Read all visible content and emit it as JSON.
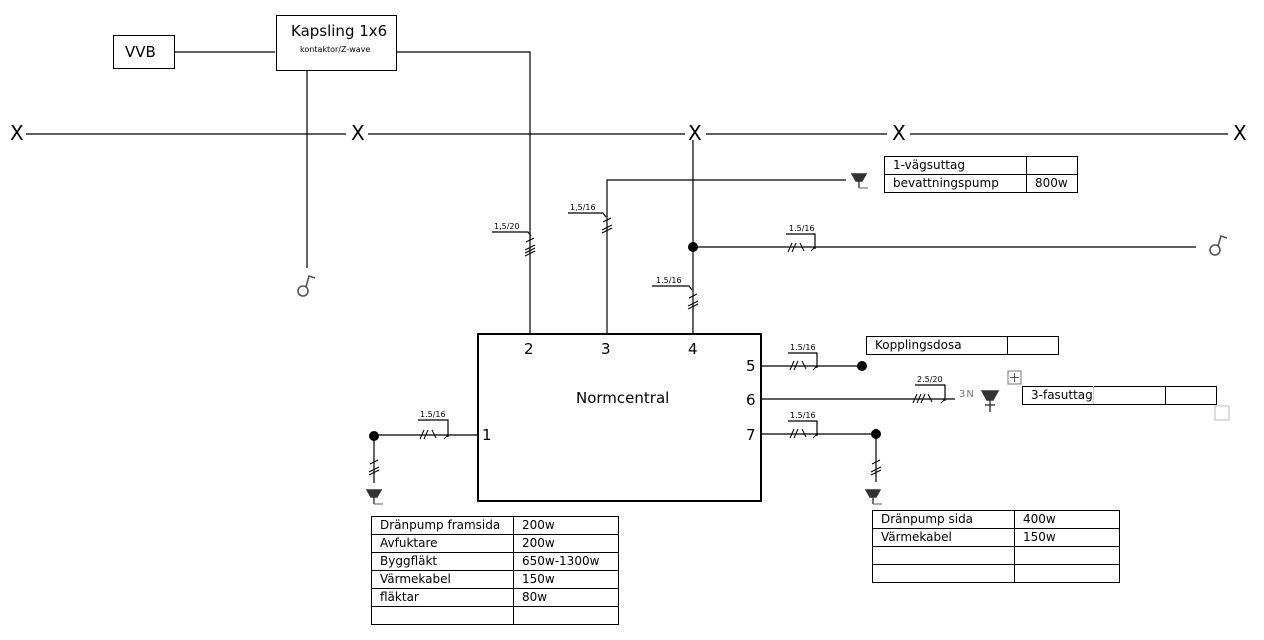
{
  "boxes": {
    "vvb": {
      "label": "VVB"
    },
    "kapsling": {
      "title": "Kapsling 1x6",
      "subtitle": "kontaktor/Z-wave"
    },
    "normcentral": {
      "label": "Normcentral",
      "terminals": [
        "1",
        "2",
        "3",
        "4",
        "5",
        "6",
        "7"
      ]
    }
  },
  "supply_line": {
    "break_marks": [
      "X",
      "X",
      "X",
      "X",
      "X"
    ]
  },
  "cables": {
    "t2": "1,5/20",
    "t3": "1,5/16",
    "t4": "1.5/16",
    "t4_branch": "1.5/16",
    "t1": "1.5/16",
    "t5": "1.5/16",
    "t6": "2.5/20",
    "t7": "1.5/16"
  },
  "symbols": {
    "three_phase_label": "3N"
  },
  "tables": {
    "envagsuttag": {
      "rows": [
        [
          "1-vägsuttag",
          ""
        ],
        [
          "bevattningspump",
          "800w"
        ]
      ]
    },
    "kopplingsdosa": {
      "rows": [
        [
          "Kopplingsdosa",
          ""
        ]
      ]
    },
    "trefasuttag": {
      "rows": [
        [
          "3-fasuttag",
          "",
          ""
        ]
      ]
    },
    "left_loads": {
      "rows": [
        [
          "Dränpump framsida",
          "200w"
        ],
        [
          "Avfuktare",
          "200w"
        ],
        [
          "Byggfläkt",
          "650w-1300w"
        ],
        [
          "Värmekabel",
          "150w"
        ],
        [
          "fläktar",
          "80w"
        ],
        [
          "",
          ""
        ]
      ]
    },
    "right_loads": {
      "rows": [
        [
          "Dränpump sida",
          "400w"
        ],
        [
          "Värmekabel",
          "150w"
        ],
        [
          "",
          ""
        ],
        [
          "",
          ""
        ]
      ]
    }
  }
}
